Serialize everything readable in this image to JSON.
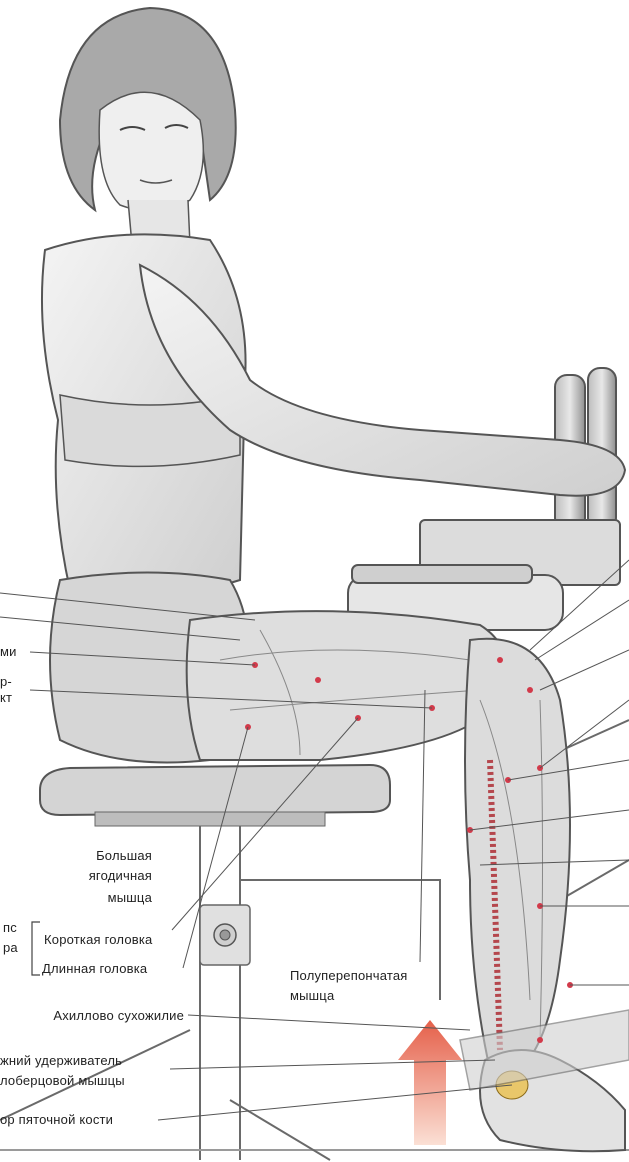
{
  "labels": {
    "gluteus_line1": "Большая",
    "gluteus_line2": "ягодичная",
    "gluteus_line3": "мышца",
    "biceps_partial_line1": "пс",
    "biceps_partial_line2": "ра",
    "short_head": "Короткая головка",
    "long_head": "Длинная головка",
    "semimembranosus_line1": "Полуперепончатая",
    "semimembranosus_line2": "мышца",
    "achilles": "Ахиллово сухожилие",
    "retinaculum_line1": "жний удерживатель",
    "retinaculum_line2": "лоберцовой мышцы",
    "calcaneus": "ор пяточной кости",
    "left_partial_1": "ми",
    "left_partial_2": "р-",
    "left_partial_3": "кт"
  },
  "colors": {
    "leader_line": "#555555",
    "muscle_marker": "#d23a4a",
    "arrow_top": "#e5604a",
    "arrow_bottom": "#fbe0d5"
  }
}
